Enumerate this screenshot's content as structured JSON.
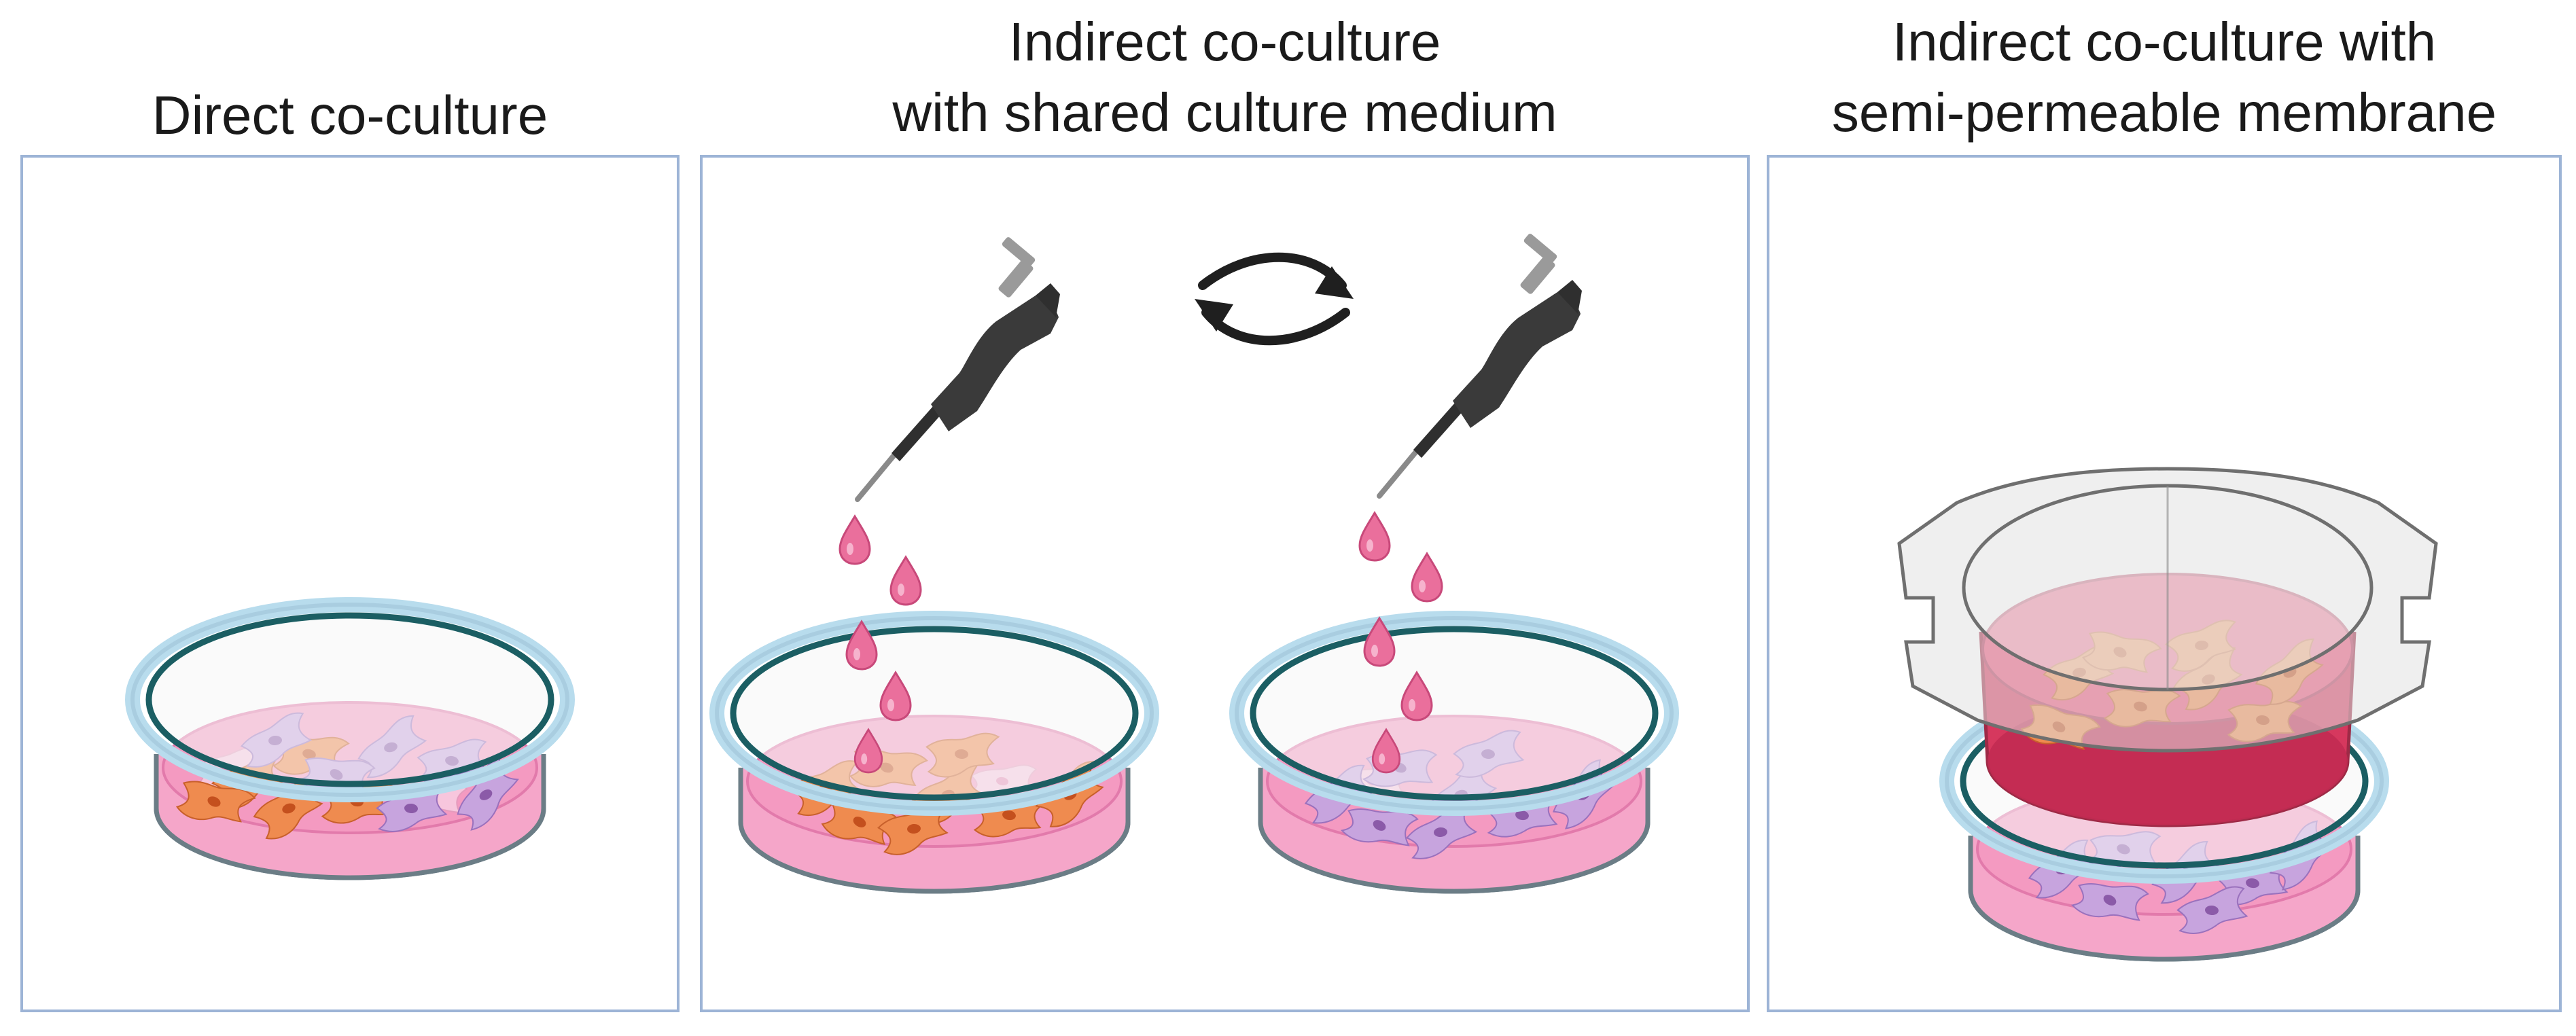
{
  "panels": [
    {
      "title_lines": [
        "Direct co-culture"
      ]
    },
    {
      "title_lines": [
        "Indirect co-culture",
        "with shared culture medium"
      ]
    },
    {
      "title_lines": [
        "Indirect co-culture with",
        "semi-permeable membrane"
      ]
    }
  ],
  "colors": {
    "panel_border": "#9db4d6",
    "medium_pink": "#f49ac1",
    "medium_red": "#d6385e",
    "dish_rim": "#1b5e63",
    "dish_glass": "#a9cde0",
    "pipette": "#3a3a3a",
    "droplet": "#ea6f9c",
    "cell_orange": "#ef8b4f",
    "cell_purple": "#b58fd0"
  },
  "icons": {
    "pipette": "pipette-icon",
    "exchange": "exchange-arrows-icon",
    "dish": "petri-dish-icon",
    "insert": "transwell-insert-icon"
  }
}
